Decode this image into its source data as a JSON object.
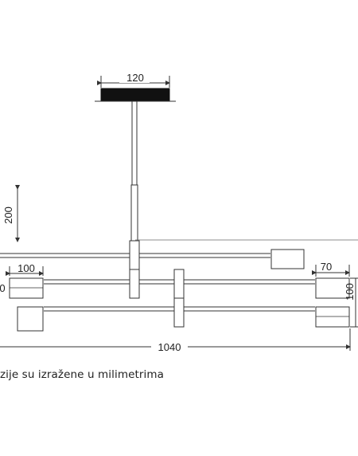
{
  "dimensions": {
    "canopy_width": "120",
    "drop_height": "200",
    "arm_head_width": "100",
    "left_cut_label": "0",
    "right_head_width": "70",
    "right_head_height": "100",
    "total_width": "1040"
  },
  "caption": "zije su izražene u milimetrima",
  "colors": {
    "line": "#333333",
    "canopy": "#111111"
  }
}
